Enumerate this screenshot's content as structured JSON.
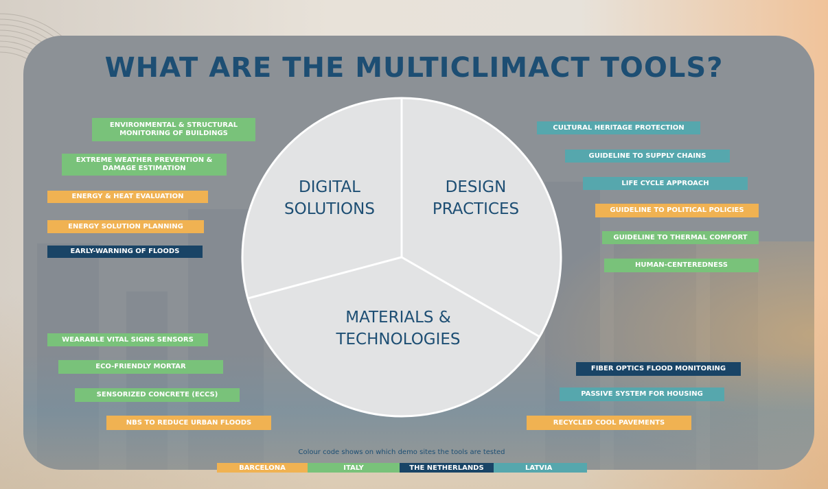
{
  "title": "WHAT ARE THE MULTICLIMACT TOOLS?",
  "colors": {
    "green": "#79c27a",
    "orange": "#f0b252",
    "navy": "#194466",
    "teal": "#56a7ad",
    "title": "#1d4e73",
    "pie_fill": "#e2e3e4",
    "panel": "#8c9196"
  },
  "pie": {
    "segments": [
      {
        "label_line1": "DIGITAL",
        "label_line2": "SOLUTIONS"
      },
      {
        "label_line1": "DESIGN",
        "label_line2": "PRACTICES"
      },
      {
        "label_line1": "MATERIALS &",
        "label_line2": "TECHNOLOGIES"
      }
    ]
  },
  "tags": [
    {
      "text": "ENVIRONMENTAL & STRUCTURAL MONITORING OF BUILDINGS",
      "color": "green"
    },
    {
      "text": "EXTREME WEATHER PREVENTION & DAMAGE ESTIMATION",
      "color": "green"
    },
    {
      "text": "ENERGY & HEAT EVALUATION",
      "color": "orange"
    },
    {
      "text": "ENERGY SOLUTION PLANNING",
      "color": "orange"
    },
    {
      "text": "EARLY-WARNING OF FLOODS",
      "color": "navy"
    },
    {
      "text": "CULTURAL HERITAGE PROTECTION",
      "color": "teal"
    },
    {
      "text": "GUIDELINE TO SUPPLY CHAINS",
      "color": "teal"
    },
    {
      "text": "LIFE CYCLE APPROACH",
      "color": "teal"
    },
    {
      "text": "GUIDELINE TO POLITICAL POLICIES",
      "color": "orange"
    },
    {
      "text": "GUIDELINE TO THERMAL COMFORT",
      "color": "green"
    },
    {
      "text": "HUMAN-CENTEREDNESS",
      "color": "green"
    },
    {
      "text": "WEARABLE VITAL SIGNS SENSORS",
      "color": "green"
    },
    {
      "text": "ECO-FRIENDLY MORTAR",
      "color": "green"
    },
    {
      "text": "SENSORIZED CONCRETE (ECCS)",
      "color": "green"
    },
    {
      "text": "NBS TO REDUCE URBAN FLOODS",
      "color": "orange"
    },
    {
      "text": "FIBER OPTICS FLOOD MONITORING",
      "color": "navy"
    },
    {
      "text": "PASSIVE SYSTEM FOR HOUSING",
      "color": "teal"
    },
    {
      "text": "RECYCLED COOL PAVEMENTS",
      "color": "orange"
    }
  ],
  "legend": {
    "caption": "Colour code shows on which demo sites the tools are tested",
    "items": [
      {
        "label": "BARCELONA",
        "color": "orange"
      },
      {
        "label": "ITALY",
        "color": "green"
      },
      {
        "label": "THE NETHERLANDS",
        "color": "navy"
      },
      {
        "label": "LATVIA",
        "color": "teal"
      }
    ]
  }
}
